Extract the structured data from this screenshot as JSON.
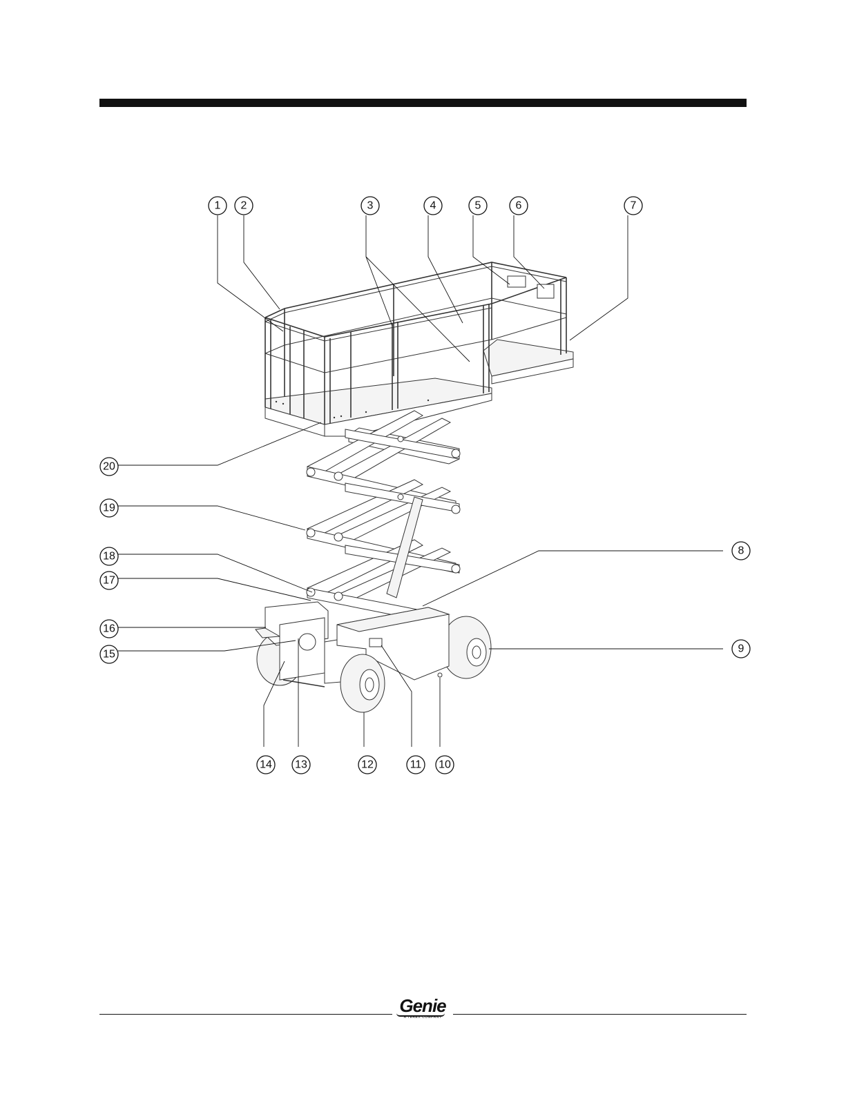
{
  "callouts": [
    "1",
    "2",
    "3",
    "4",
    "5",
    "6",
    "7",
    "8",
    "9",
    "10",
    "11",
    "12",
    "13",
    "14",
    "15",
    "16",
    "17",
    "18",
    "19",
    "20"
  ],
  "logo": {
    "brand": "Genie",
    "tagline": "A TEREX COMPANY",
    "logo_icon": "genie-logo-icon"
  }
}
